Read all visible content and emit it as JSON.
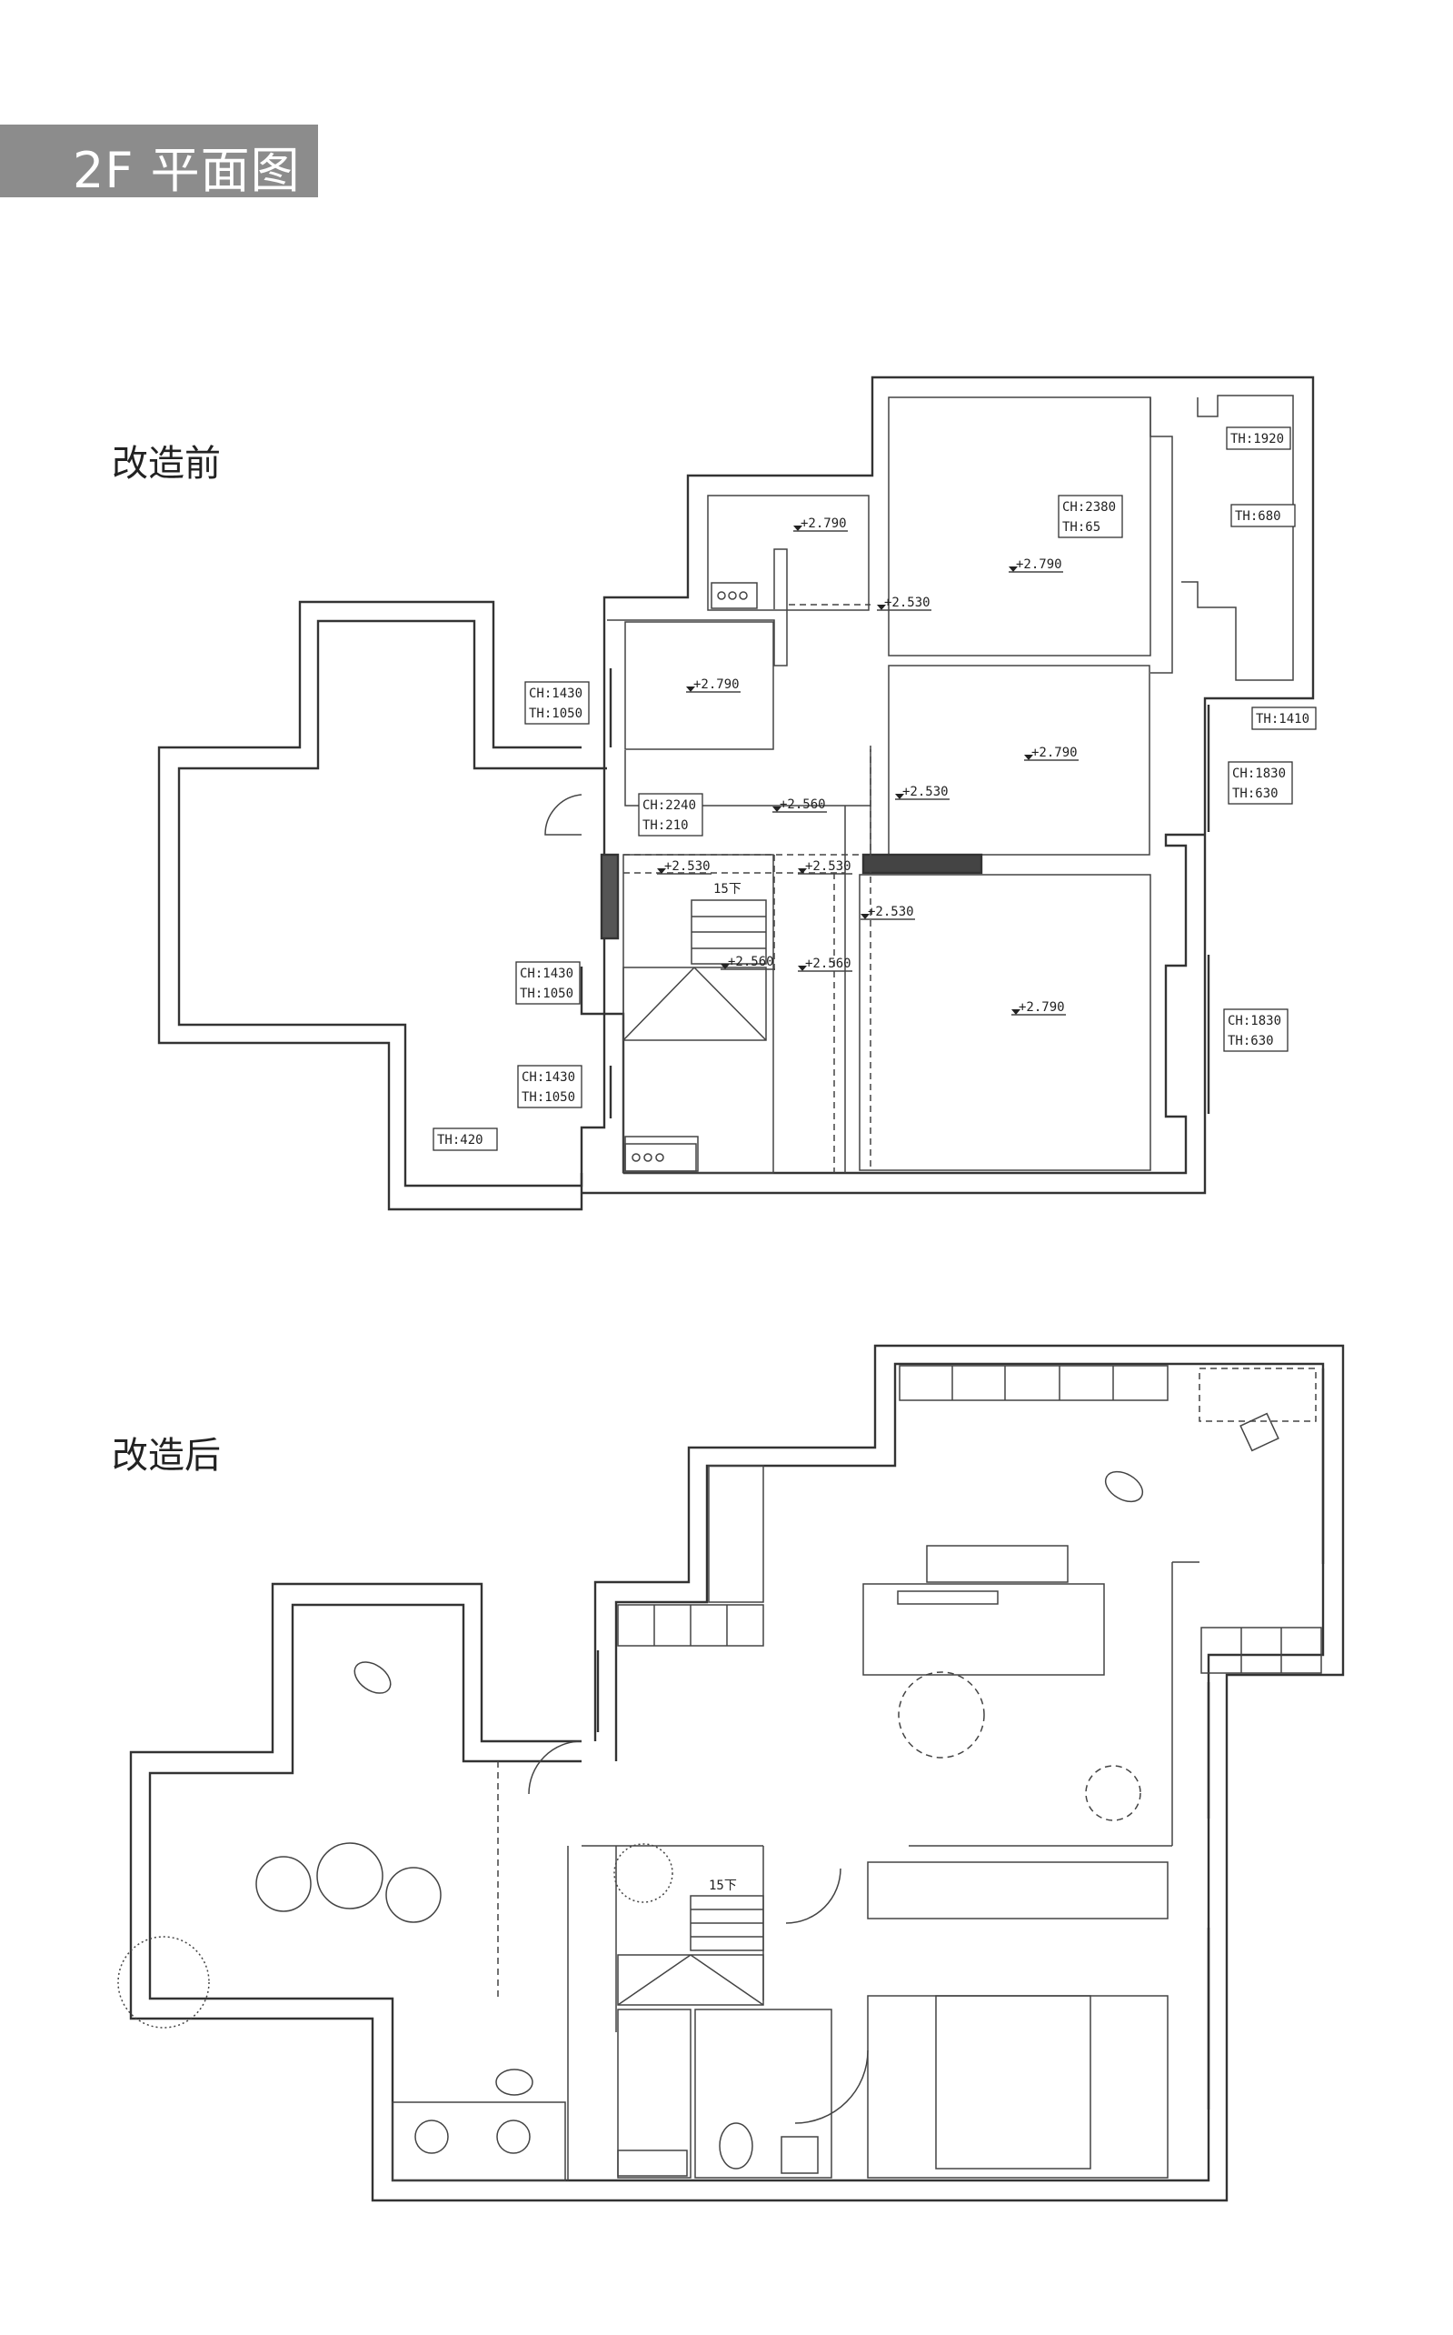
{
  "header": {
    "title": "2F 平面图",
    "bar_color": "#8c8c8c"
  },
  "sections": {
    "before": "改造前",
    "after": "改造后"
  },
  "before_plan": {
    "tags": [
      {
        "lines": [
          "CH:1430",
          "TH:1050"
        ]
      },
      {
        "lines": [
          "CH:2240",
          "TH:210"
        ]
      },
      {
        "lines": [
          "CH:2380",
          "TH:65"
        ]
      },
      {
        "lines": [
          "TH:1920"
        ]
      },
      {
        "lines": [
          "TH:680"
        ]
      },
      {
        "lines": [
          "TH:1410"
        ]
      },
      {
        "lines": [
          "CH:1830",
          "TH:630"
        ]
      },
      {
        "lines": [
          "CH:1430",
          "TH:1050"
        ]
      },
      {
        "lines": [
          "CH:1430",
          "TH:1050"
        ]
      },
      {
        "lines": [
          "CH:1830",
          "TH:630"
        ]
      },
      {
        "lines": [
          "TH:420"
        ]
      }
    ],
    "levels": [
      "+2.790",
      "+2.790",
      "+2.530",
      "+2.790",
      "+2.560",
      "+2.790",
      "+2.530",
      "+2.530",
      "+2.530",
      "+2.530",
      "+2.560",
      "+2.560",
      "+2.790"
    ],
    "stair_label": "15下"
  },
  "after_plan": {
    "stair_label": "15下"
  }
}
